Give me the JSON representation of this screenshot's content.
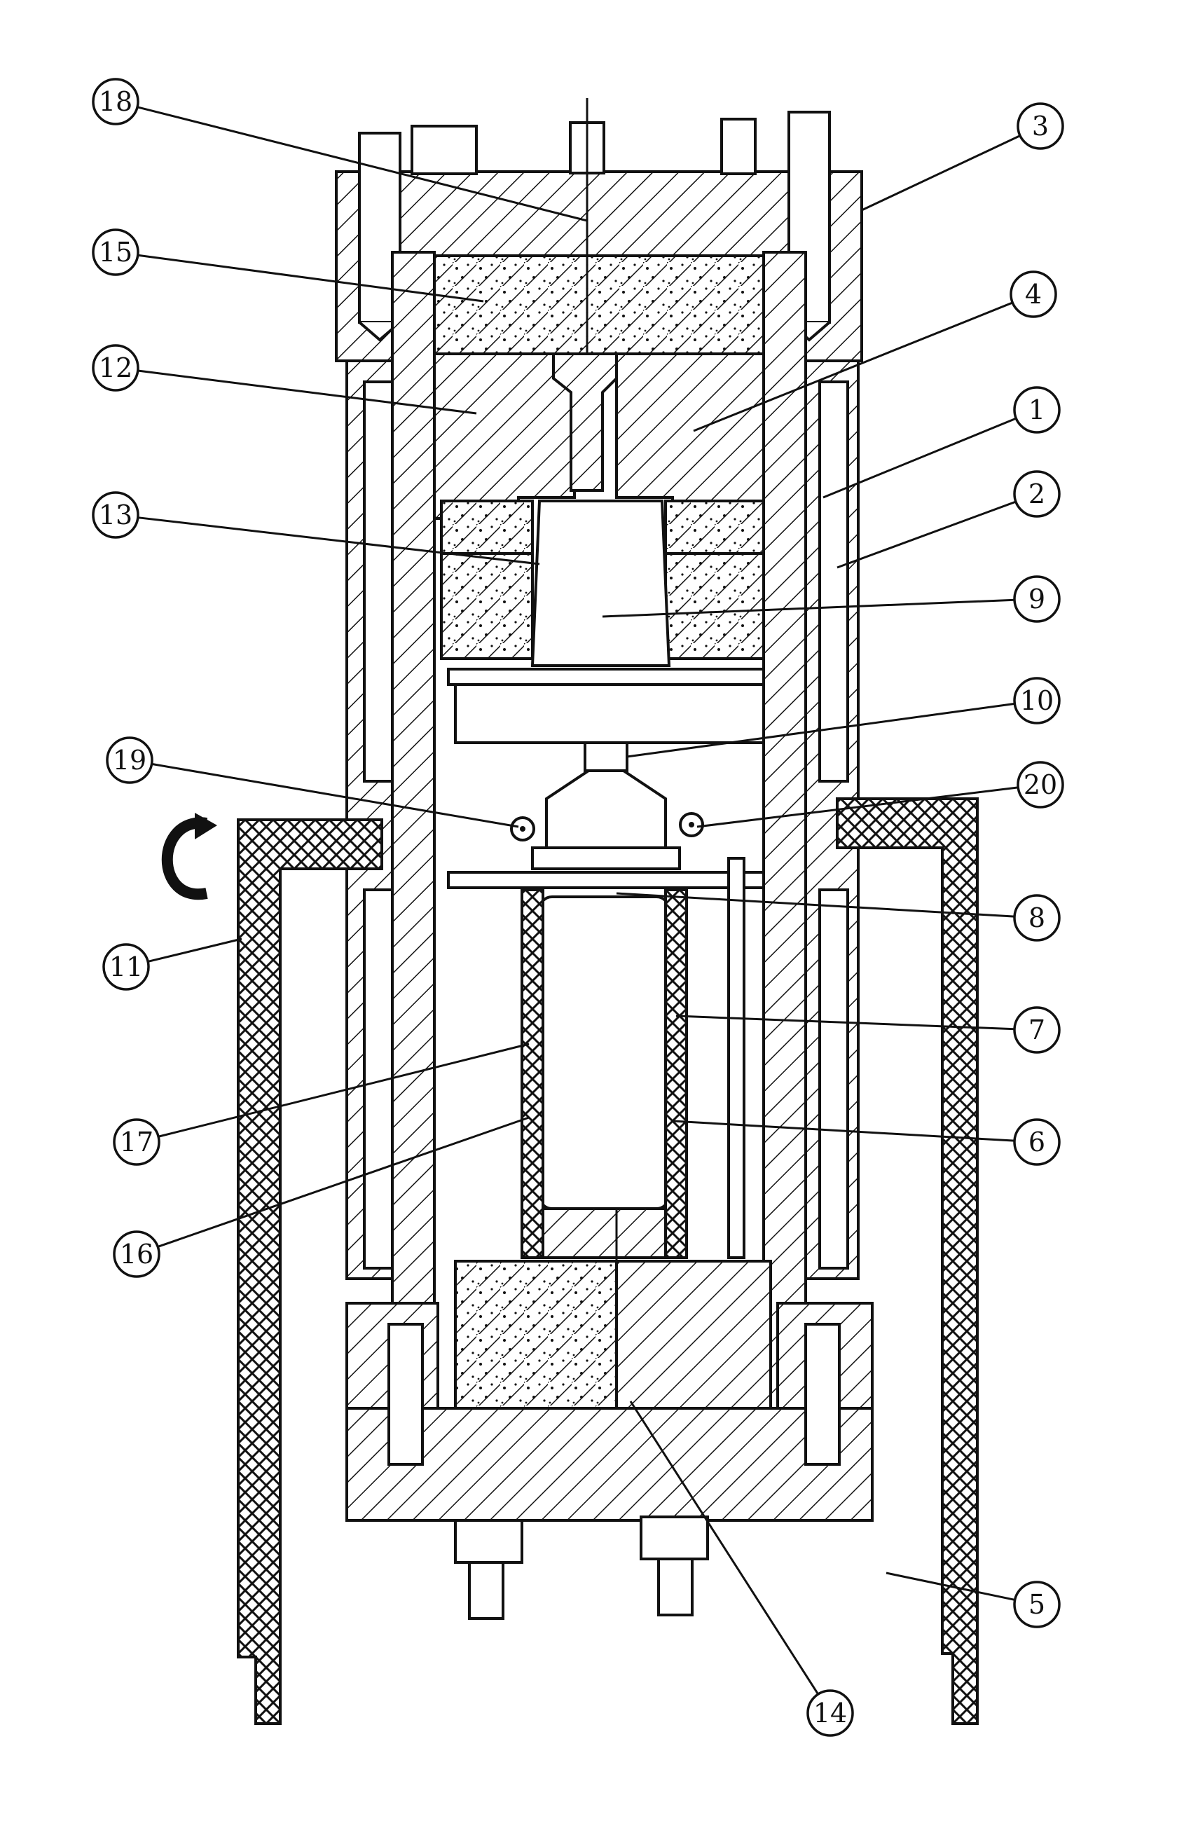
{
  "figure": {
    "colors": {
      "ink": "#111111",
      "paper": "#ffffff"
    },
    "rotation_arrow_icon": "clockwise-arrow-icon",
    "callouts": [
      "18",
      "3",
      "15",
      "4",
      "12",
      "1",
      "2",
      "13",
      "9",
      "10",
      "19",
      "20",
      "8",
      "11",
      "7",
      "17",
      "6",
      "16",
      "5",
      "14"
    ]
  }
}
